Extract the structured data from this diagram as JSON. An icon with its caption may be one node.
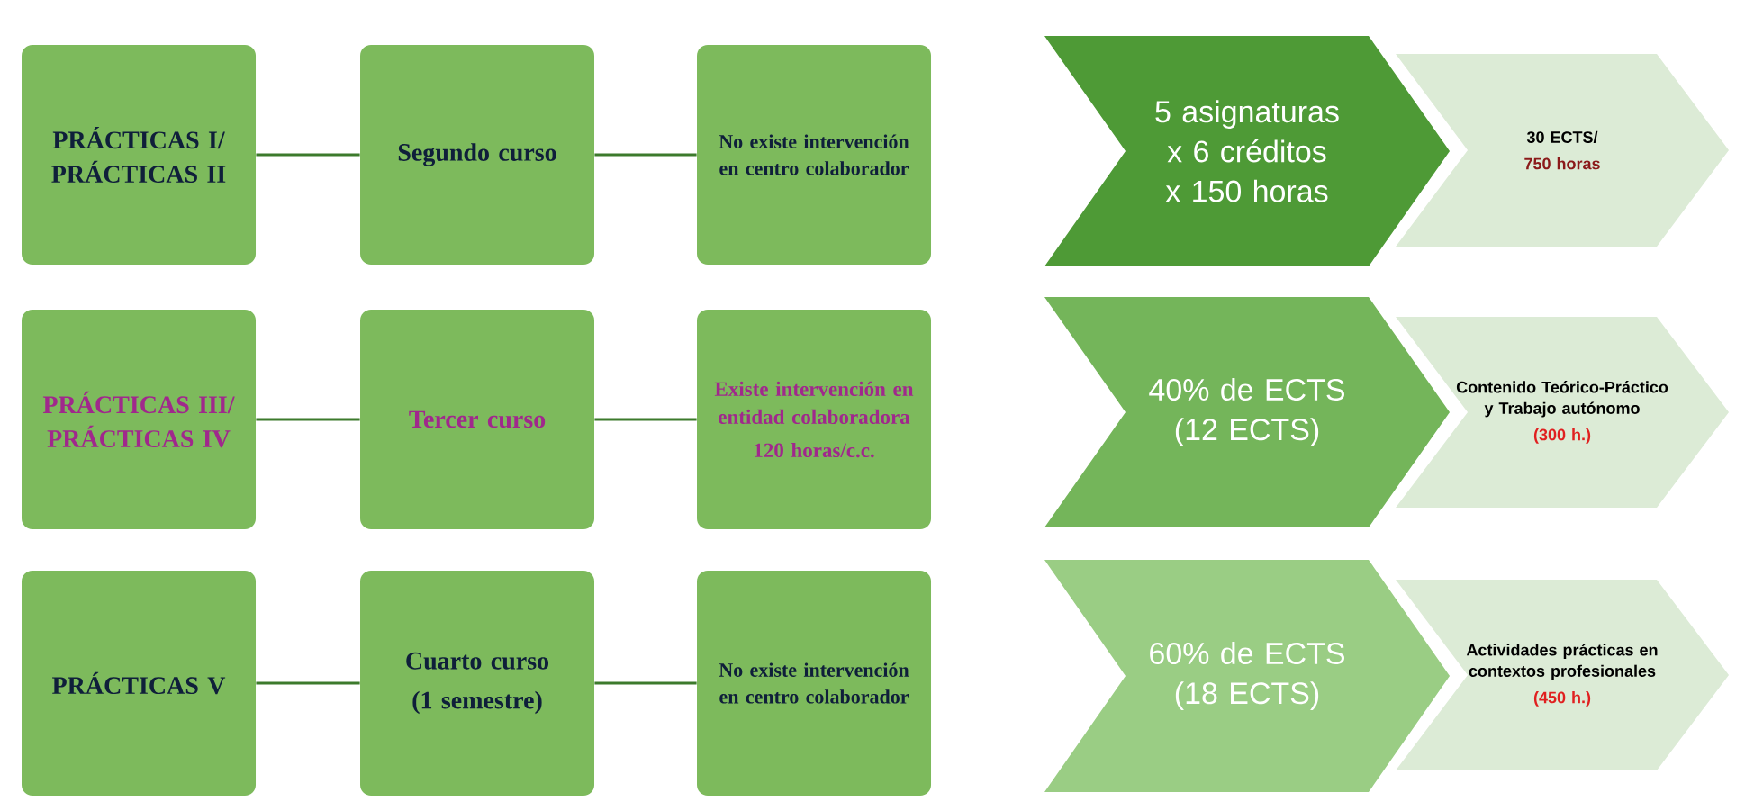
{
  "diagram": {
    "nodes": [
      {
        "text": [
          "PRÁCTICAS I/ PRÁCTICAS II"
        ]
      },
      {
        "text": [
          "Segundo curso"
        ]
      },
      {
        "text": [
          "No existe intervención en centro colaborador"
        ]
      },
      {
        "text": [
          "PRÁCTICAS III/ PRÁCTICAS IV"
        ]
      },
      {
        "text": [
          "Tercer curso"
        ]
      },
      {
        "text": [
          "Existe intervención en entidad colaboradora",
          "120 horas/c.c."
        ]
      },
      {
        "text": [
          "PRÁCTICAS V"
        ]
      },
      {
        "text": [
          "Cuarto curso",
          "(1 semestre)"
        ]
      },
      {
        "text": [
          "No existe intervención en centro colaborador"
        ]
      },
      {
        "text": [
          "5 asignaturas x 6 créditos x 150 horas"
        ]
      },
      {
        "text": [
          "30 ECTS/",
          "750 horas"
        ]
      },
      {
        "text": [
          "40% de ECTS (12 ECTS)"
        ]
      },
      {
        "text": [
          "Contenido Teórico-Práctico y Trabajo autónomo",
          "(300 h.)"
        ]
      },
      {
        "text": [
          "60% de ECTS (18 ECTS)"
        ]
      },
      {
        "text": [
          "Actividades prácticas en contextos profesionales",
          "(450 h.)"
        ]
      }
    ],
    "edges": [
      {
        "from": 0,
        "to": 1,
        "arrow": "none"
      },
      {
        "from": 1,
        "to": 2,
        "arrow": "none"
      },
      {
        "from": 3,
        "to": 4,
        "arrow": "none"
      },
      {
        "from": 4,
        "to": 5,
        "arrow": "none"
      },
      {
        "from": 6,
        "to": 7,
        "arrow": "none"
      },
      {
        "from": 7,
        "to": 8,
        "arrow": "none"
      }
    ]
  }
}
